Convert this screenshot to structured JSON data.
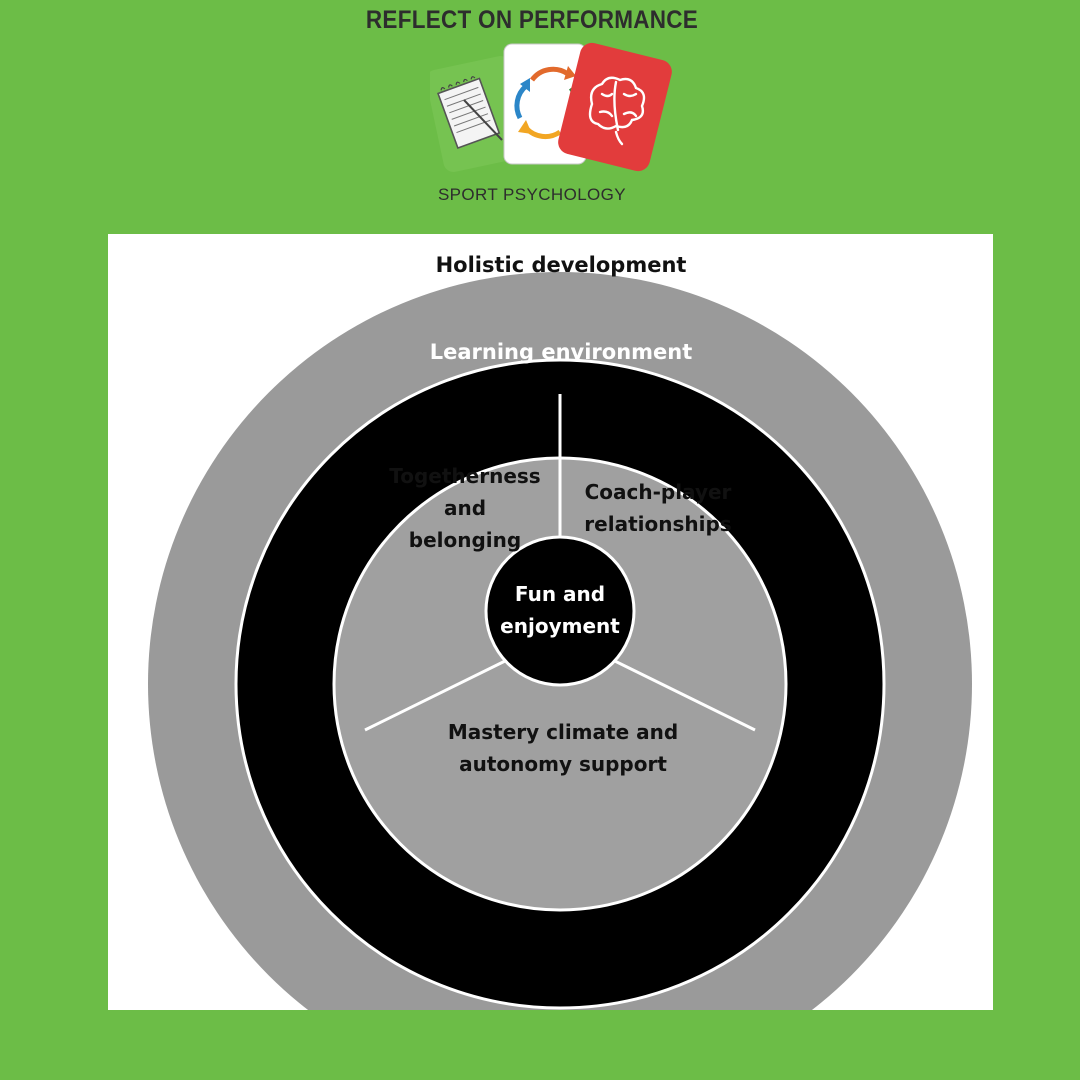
{
  "header": {
    "title": "REFLECT ON PERFORMANCE",
    "subtitle": "SPORT PSYCHOLOGY",
    "logo_icons": [
      "notepad-icon",
      "cycle-arrows-icon",
      "brain-icon"
    ]
  },
  "diagram": {
    "outer_ring": "Holistic development",
    "middle_ring": "Learning environment",
    "segments": {
      "left": [
        "Togetherness",
        "and",
        "belonging"
      ],
      "right": [
        "Coach-player",
        "relationships"
      ],
      "bottom": [
        "Mastery climate and",
        "autonomy support"
      ]
    },
    "core": [
      "Fun and",
      "enjoyment"
    ]
  },
  "colors": {
    "background": "#6cbd47",
    "panel": "#ffffff",
    "outer_ring": "#9a9a9a",
    "middle_ring": "#000000",
    "segments": "#a0a0a0",
    "core": "#000000",
    "brain_card": "#e23c3c"
  }
}
